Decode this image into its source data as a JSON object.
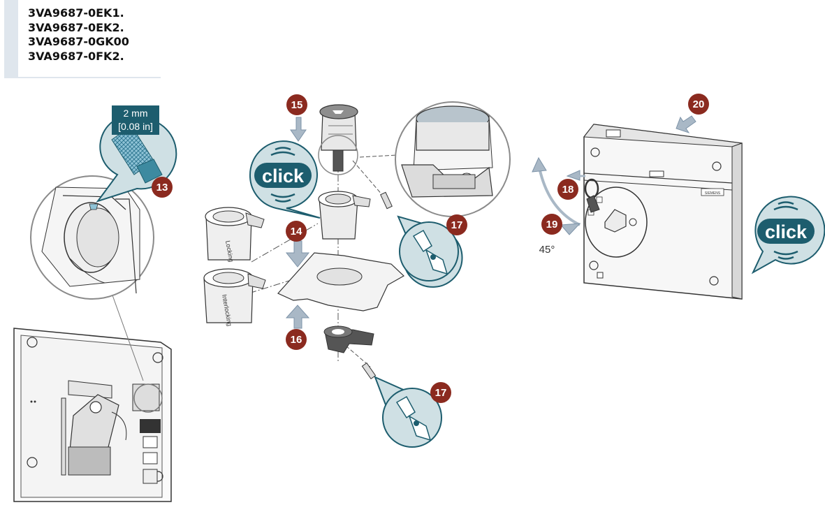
{
  "header": {
    "part_numbers": [
      "3VA9687-0EK1.",
      "3VA9687-0EK2.",
      "3VA9687-0GK00",
      "3VA9687-0FK2."
    ]
  },
  "dimension": {
    "metric": "2 mm",
    "imperial": "[0.08 in]"
  },
  "steps": {
    "s13": "13",
    "s14": "14",
    "s15": "15",
    "s16": "16",
    "s17a": "17",
    "s17b": "17",
    "s18": "18",
    "s19": "19",
    "s20": "20"
  },
  "callouts": {
    "click_left": "click",
    "click_right": "click"
  },
  "angle": "45°",
  "part_labels": {
    "locking": "Locking",
    "interlocking": "Interlocking",
    "brand": "SIEMENS"
  },
  "colors": {
    "teal": "#1d5d6e",
    "step_red": "#8b2a1f",
    "arrow_gray": "#a9b8c6",
    "light_teal": "#cfe0e4",
    "line": "#333333"
  }
}
